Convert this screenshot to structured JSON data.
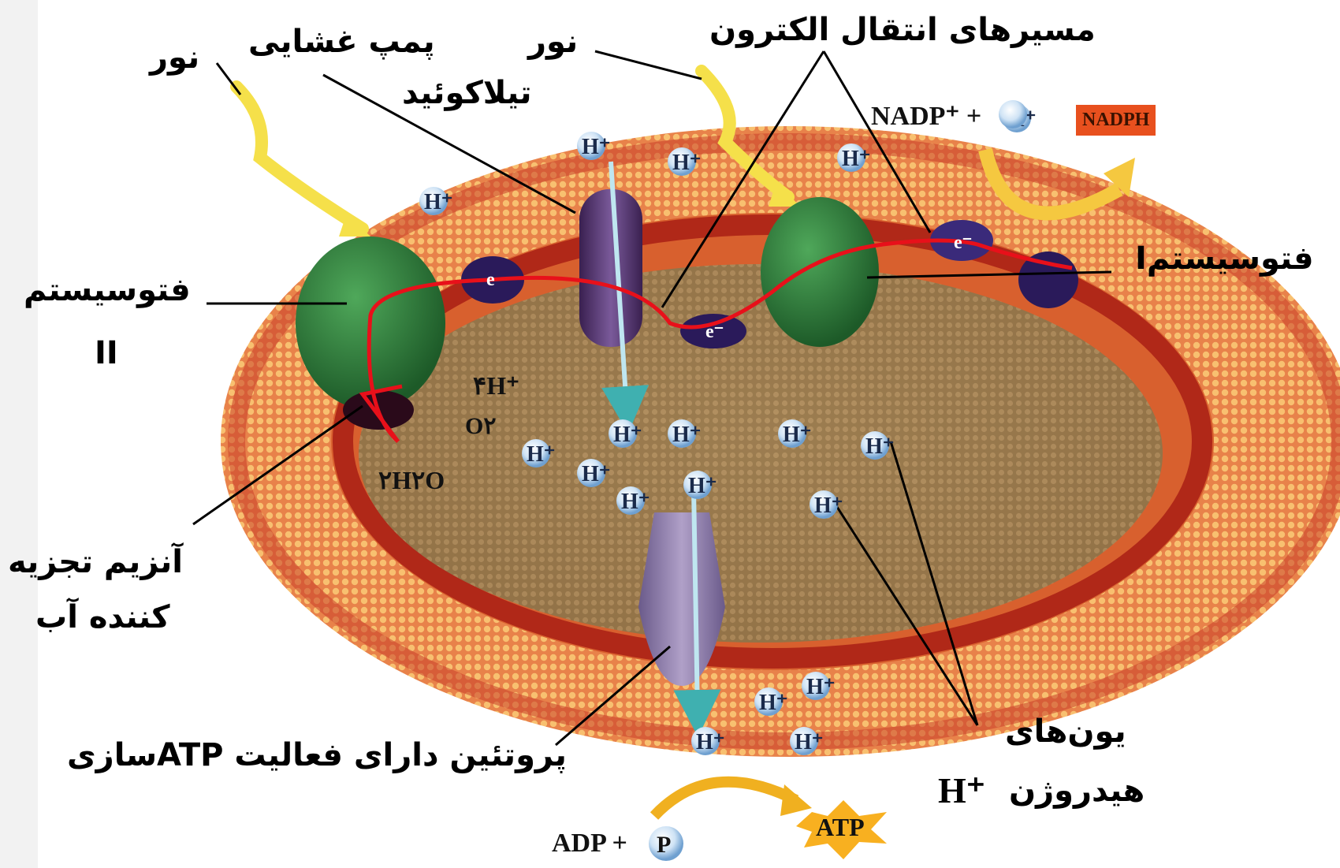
{
  "labels": {
    "light_left": "نور",
    "membrane_pump": "پمپ غشایی",
    "light_top": "نور",
    "thylakoid": "تیلاکوئید",
    "electron_paths": "مسیرهای انتقال الکترون",
    "photosystem_1": "فتوسیستمI",
    "photosystem_2_line1": "فتوسیستم",
    "photosystem_2_line2": "II",
    "water_enzyme_line1": "آنزیم تجزیه",
    "water_enzyme_line2": "کننده آب",
    "atp_synthase": "پروتئین دارای فعالیت ATPسازی",
    "hydrogen_ions_line1": "یون‌های",
    "hydrogen_ions_line2": "هیدروژن",
    "hydrogen_ions_symbol": "H⁺"
  },
  "chem": {
    "nadp": "NADP⁺ +",
    "nadph": "NADPH",
    "atp": "ATP",
    "adp": "ADP +",
    "p": "P",
    "four_h": "۴H⁺",
    "o2": "O۲",
    "water": "۲H۲O",
    "h_ion": "H⁺",
    "electron": "e",
    "electron_minus": "e⁻"
  },
  "colors": {
    "membrane_outer": "#e8743a",
    "membrane_dark": "#c0301a",
    "lumen": "#a07a4a",
    "photosystem": "#2f7a3a",
    "pump": "#5b3a7a",
    "electron_path": "#e8101a",
    "light_arrow": "#f5e04a",
    "nadph_box": "#e8501e"
  }
}
